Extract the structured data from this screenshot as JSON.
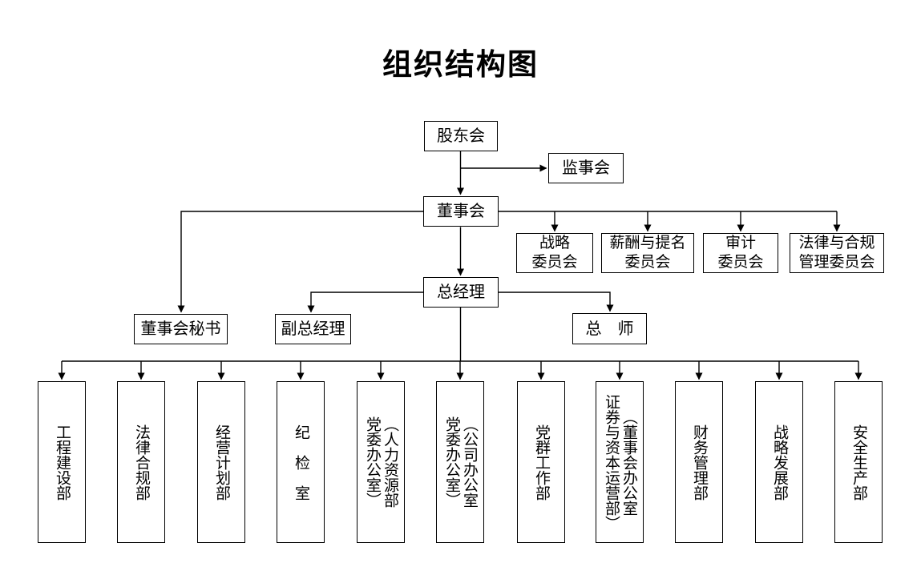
{
  "title": "组织结构图",
  "nodes": {
    "shareholders_meeting": "股东会",
    "supervisory_board": "监事会",
    "board_of_directors": "董事会",
    "general_manager": "总经理",
    "board_secretary": "董事会秘书",
    "deputy_general_manager": "副总经理",
    "chief_engineer": "总　师"
  },
  "committees": [
    {
      "label": "战略\n委员会"
    },
    {
      "label": "薪酬与提名\n委员会"
    },
    {
      "label": "审计\n委员会"
    },
    {
      "label": "法律与合规\n管理委员会"
    }
  ],
  "departments": [
    {
      "label": "工程建设部"
    },
    {
      "label": "法律合规部"
    },
    {
      "label": "经营计划部"
    },
    {
      "label": "纪　检　室"
    },
    {
      "label": "（人力资源部\n党委办公室）"
    },
    {
      "label": "（公司办公室\n党委办公室）"
    },
    {
      "label": "党群工作部"
    },
    {
      "label": "（董事会办公室\n证券与资本运营部）"
    },
    {
      "label": "财务管理部"
    },
    {
      "label": "战略发展部"
    },
    {
      "label": "安全生产部"
    }
  ],
  "colors": {
    "line": "#000000",
    "text": "#000000",
    "background": "#ffffff"
  }
}
